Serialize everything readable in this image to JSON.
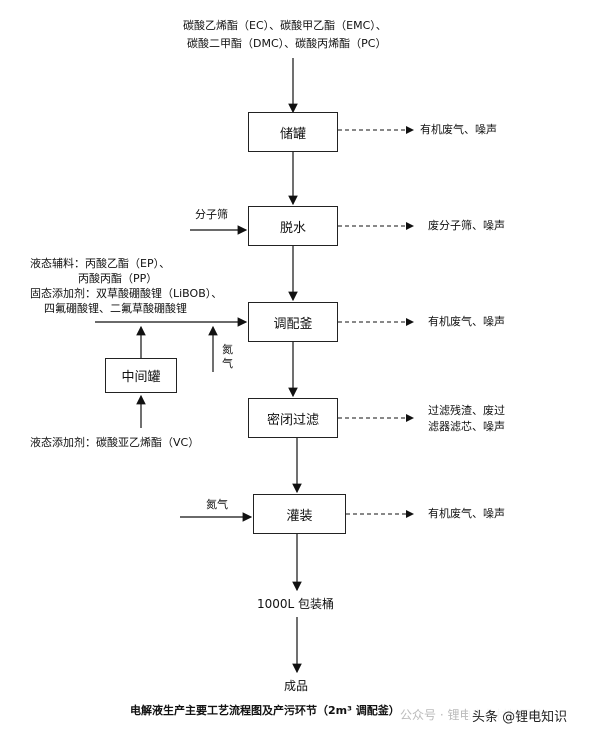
{
  "top_input": {
    "line1": "碳酸乙烯酯（EC）、碳酸甲乙酯（EMC）、",
    "line2": "碳酸二甲酯（DMC）、碳酸丙烯酯（PC）"
  },
  "steps": {
    "storage": "储罐",
    "dehydration": "脱水",
    "blending": "调配釜",
    "filtration": "密闭过滤",
    "filling": "灌装",
    "intermediate": "中间罐"
  },
  "outputs": {
    "storage": "有机废气、噪声",
    "dehydration": "废分子筛、噪声",
    "blending": "有机废气、噪声",
    "filtration_line1": "过滤残渣、废过",
    "filtration_line2": "滤器滤芯、噪声",
    "filling": "有机废气、噪声"
  },
  "inputs": {
    "molecular_sieve": "分子筛",
    "liquid_aux_line1": "液态辅料：丙酸乙酯（EP）、",
    "liquid_aux_line2": "丙酸丙酯（PP）",
    "solid_add_line1": "固态添加剂：双草酸硼酸锂（LiBOB）、",
    "solid_add_line2": "四氟硼酸锂、二氟草酸硼酸锂",
    "nitrogen_vertical": "氮气",
    "liquid_add_vc": "液态添加剂：碳酸亚乙烯酯（VC）",
    "nitrogen_filling": "氮气"
  },
  "product": {
    "package": "1000L 包装桶",
    "final": "成品"
  },
  "caption": "电解液生产主要工艺流程图及产污环节（2m³ 调配釜）",
  "watermark": {
    "left": "公众号 · 锂电产业材料研节",
    "right": "头条 @锂电知识"
  }
}
